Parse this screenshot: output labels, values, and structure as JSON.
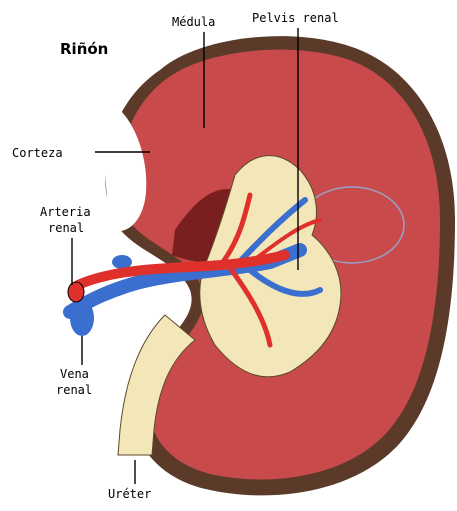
{
  "title": "Riñón",
  "labels": {
    "medula": "Médula",
    "pelvis": "Pelvis renal",
    "corteza": "Corteza",
    "arteria_line1": "Arteria",
    "arteria_line2": "renal",
    "vena_line1": "Vena",
    "vena_line2": "renal",
    "ureter": "Uréter"
  },
  "colors": {
    "capsule": "#5b3a2a",
    "cortex": "#c94a4a",
    "medulla_dark": "#7a1f1f",
    "pelvis": "#f3e6b8",
    "artery": "#e0302c",
    "vein": "#3a6fd0",
    "vein_light": "#8fb6e6"
  }
}
